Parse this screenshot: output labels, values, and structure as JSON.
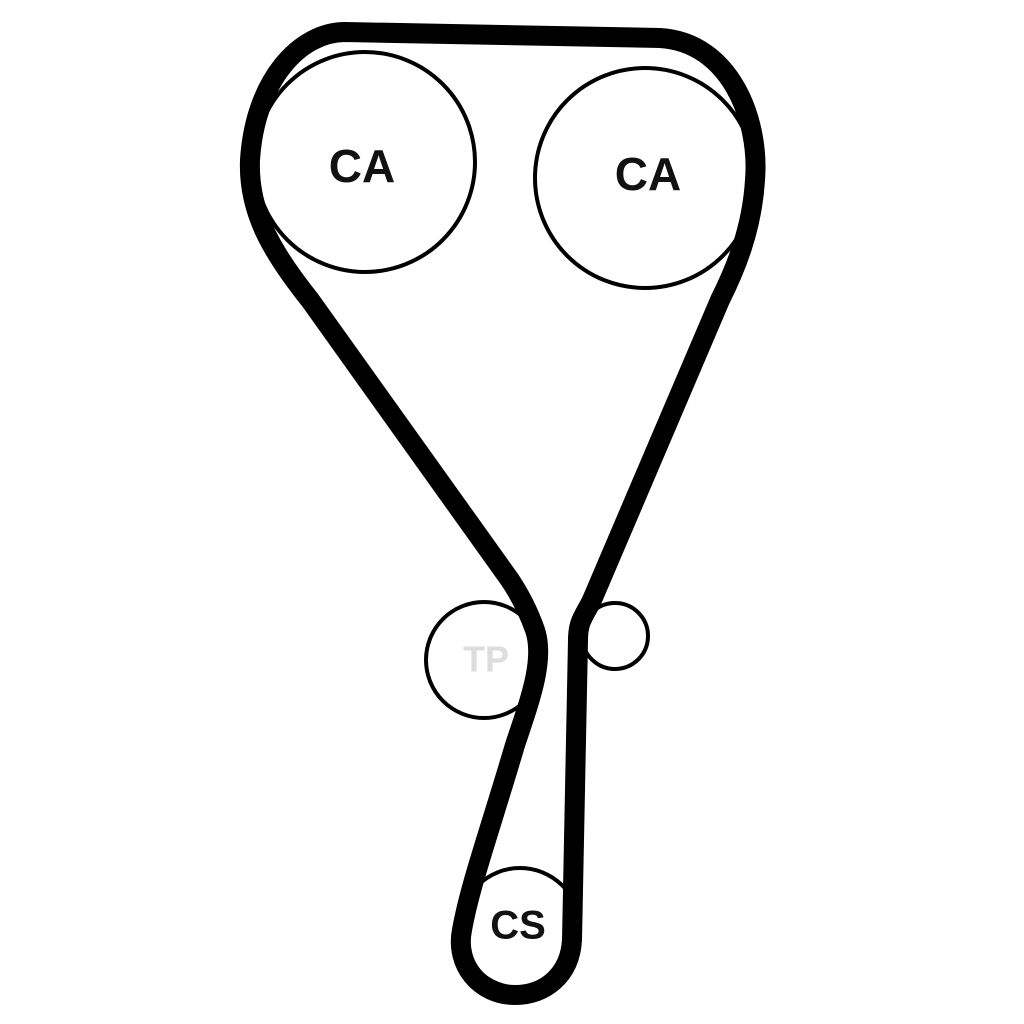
{
  "pulleys": {
    "cam_left": {
      "label": "CA"
    },
    "cam_right": {
      "label": "CA"
    },
    "tensioner": {
      "label": "TP"
    },
    "idler": {
      "label": ""
    },
    "crank": {
      "label": "CS"
    }
  },
  "colors": {
    "belt": "#000000",
    "pulley_outline": "#000000",
    "background": "#ffffff"
  }
}
